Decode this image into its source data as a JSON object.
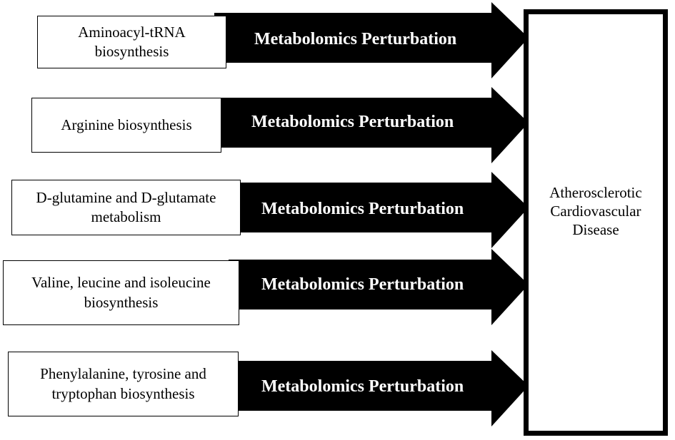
{
  "pathways": [
    {
      "label": "Aminoacyl-tRNA\nbiosynthesis",
      "arrow_label": "Metabolomics Perturbation"
    },
    {
      "label": "Arginine biosynthesis",
      "arrow_label": "Metabolomics Perturbation"
    },
    {
      "label": "D-glutamine and D-glutamate\nmetabolism",
      "arrow_label": "Metabolomics Perturbation"
    },
    {
      "label": "Valine, leucine and isoleucine\nbiosynthesis",
      "arrow_label": "Metabolomics Perturbation"
    },
    {
      "label": "Phenylalanine, tyrosine and\ntryptophan biosynthesis",
      "arrow_label": "Metabolomics Perturbation"
    }
  ],
  "outcome": {
    "label": "Atherosclerotic\nCardiovascular\nDisease"
  },
  "colors": {
    "arrow": "#000000",
    "arrow_text": "#ffffff",
    "box_border": "#000000",
    "background": "#ffffff"
  }
}
